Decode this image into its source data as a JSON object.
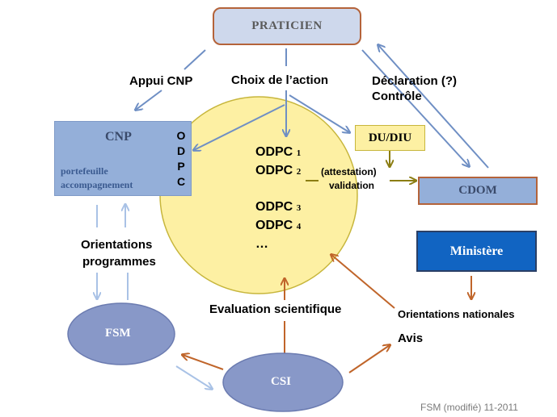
{
  "nodes": {
    "praticien": "PRATICIEN",
    "cnp": {
      "title": "CNP",
      "line1": "portefeuille",
      "line2": "accompagnement",
      "odpc_letters": [
        "O",
        "D",
        "P",
        "C"
      ]
    },
    "du_diu": "DU/DIU",
    "cdom": "CDOM",
    "ministere": "Ministère",
    "fsm": "FSM",
    "csi": "CSI"
  },
  "circle": {
    "items": [
      {
        "label": "ODPC",
        "num": "1"
      },
      {
        "label": "ODPC",
        "num": "2"
      },
      {
        "label": "ODPC",
        "num": "3"
      },
      {
        "label": "ODPC",
        "num": "4"
      }
    ],
    "ellipsis": "…"
  },
  "labels": {
    "appui_cnp": "Appui CNP",
    "choix_action": "Choix de l’action",
    "declaration": "Déclaration (?)",
    "controle": "Contrôle",
    "attestation": "(attestation)",
    "validation": "validation",
    "orientations": "Orientations",
    "programmes": "programmes",
    "evaluation": "Evaluation scientifique",
    "orientations_nationales": "Orientations  nationales",
    "avis": "Avis"
  },
  "footer": "FSM  (modifié)  11-2011",
  "colors": {
    "blue_arrow": "#6f8fc4",
    "light_blue_arrow": "#a9c2e6",
    "orange_arrow": "#c0652a",
    "olive_arrow": "#8b7d12",
    "circle_fill": "#fdf0a3",
    "circle_stroke": "#c7b63c",
    "box_blue": "#94afd9",
    "praticien_fill": "#ced8ec",
    "praticien_border": "#b4633a",
    "ministere_fill": "#1164c2",
    "ellipse_fill": "#8898c8"
  }
}
